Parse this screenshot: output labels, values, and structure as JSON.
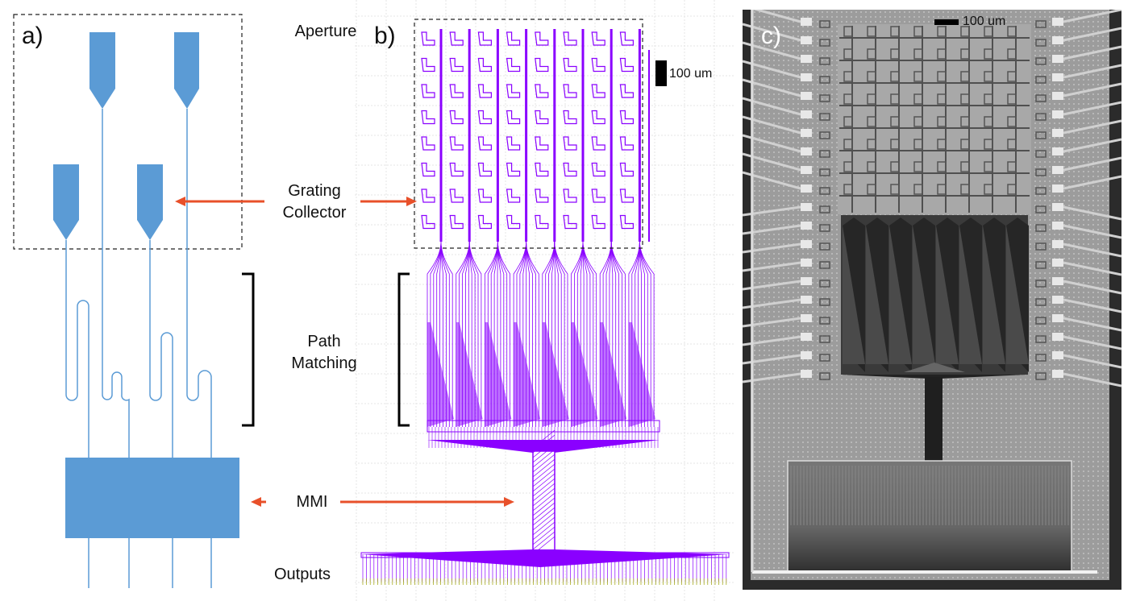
{
  "panel_a": {
    "letter": "a)"
  },
  "panel_b": {
    "letter": "b)",
    "scale_bar": "100 um",
    "labels": {
      "aperture": "Aperture",
      "grating_collector": "Grating Collector",
      "path_matching": "Path Matching",
      "mmi": "MMI",
      "outputs": "Outputs"
    }
  },
  "panel_c": {
    "letter": "c)",
    "scale_bar": "100 um"
  },
  "colors": {
    "schematic_blue": "#5b9bd5",
    "arrow_red": "#e8502a",
    "layout_purple": "#8a00ff",
    "dashed_box": "#222222",
    "grid": "#e6e6e6"
  }
}
